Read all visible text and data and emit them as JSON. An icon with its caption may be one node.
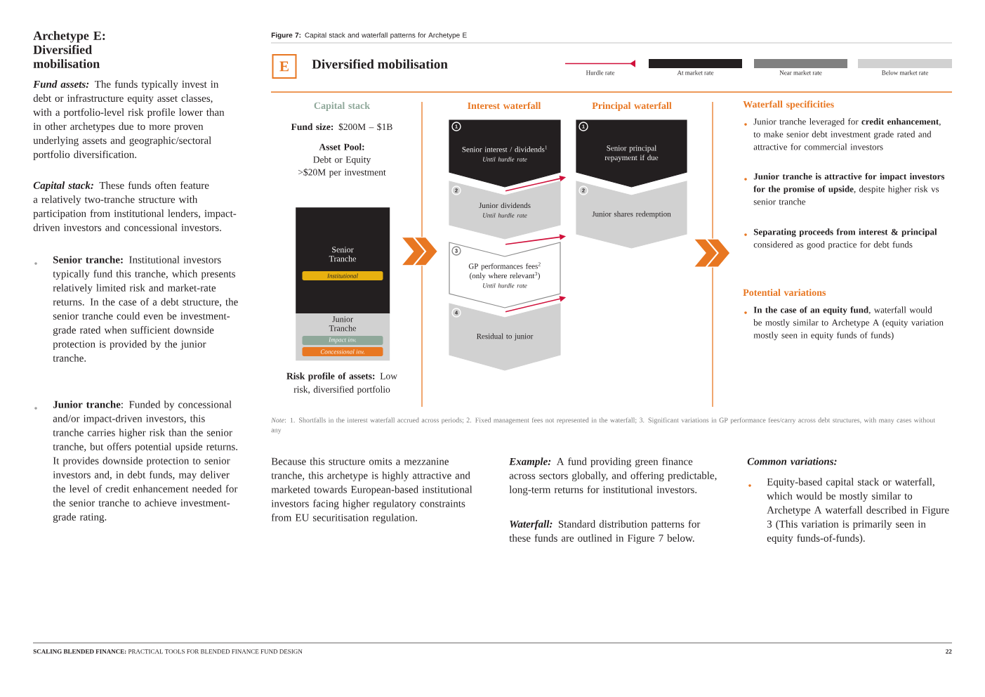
{
  "diagram": {
    "title": "Archetype E: Diversified mobilisation",
    "caption": "**Figure 7:** Capital stack and waterfall patterns for Archetype E",
    "nodes": [
      {
        "text": [
          "E"
        ]
      },
      {
        "text": [
          "Senior Tranche"
        ]
      },
      {
        "text": [
          "Institutional"
        ],
        "in": 1
      },
      {
        "text": [
          "Junior Tranche"
        ]
      },
      {
        "text": [
          "Impact inv."
        ],
        "in": 3
      },
      {
        "text": [
          "Concessional inv."
        ],
        "in": 3
      },
      {
        "text": [
          "1",
          "Senior interest / dividends$^{1}$",
          "Until hurdle rate"
        ]
      },
      {
        "text": [
          "2",
          "Junior dividends",
          "Until hurdle rate"
        ]
      },
      {
        "text": [
          "3",
          "GP performances fees$^{2}$ (only where relevant$^{3}$)",
          "Until hurdle rate"
        ]
      },
      {
        "text": [
          "4",
          "Residual to junior"
        ]
      },
      {
        "text": [
          "1",
          "Senior principal repayment if due"
        ]
      },
      {
        "text": [
          "2",
          "Junior shares redemption"
        ]
      }
    ],
    "edges": [
      {
        "from": 1,
        "to": 8,
        "arrow": "to",
        "style": "thick",
        "color": "#e87722"
      },
      {
        "from": 7,
        "to": 6,
        "arrow": "to",
        "color": "#d0103a"
      },
      {
        "from": 8,
        "to": 7,
        "arrow": "to",
        "color": "#d0103a"
      },
      {
        "from": 9,
        "to": 8,
        "arrow": "to",
        "color": "#d0103a"
      },
      {
        "from": 11,
        "to": null,
        "arrow": "to",
        "style": "thick",
        "color": "#e87722"
      }
    ],
    "labels": [
      "*Fund assets:* The funds typically invest in debt or infrastructure equity asset classes, with a portfolio-level risk profile lower than in other archetypes due to more proven underlying assets and geographic/sectoral portfolio diversification.",
      "*Capital stack:* These funds often feature a relatively two-tranche structure with participation from institutional lenders, impact-driven investors and concessional investors.",
      "**Senior tranche:** Institutional investors typically fund this tranche, which presents relatively limited risk and market-rate returns. In the case of a debt structure, the senior tranche could even be investment-grade rated when sufficient downside protection is provided by the junior tranche.",
      "**Junior tranche**: Funded by concessional and/or impact-driven investors, this tranche carries higher risk than the senior tranche, but offers potential upside returns. It provides downside protection to senior investors and, in debt funds, may deliver the level of credit enhancement needed for the senior tranche to achieve investment-grade rating.",
      "Diversified mobilisation",
      "Capital stack",
      "**Fund size:** $200M – $1B",
      "Asset Pool:",
      "Debt or Equity >$20M per investment",
      "Interest waterfall",
      "Principal waterfall",
      "**Risk profile of assets:** Low risk, diversified portfolio",
      "Waterfall specificities",
      "Junior tranche leveraged for **credit enhancement**, to make senior debt investment grade rated and attractive for commercial investors",
      "**Junior tranche is attractive for impact investors for the promise of upside**, despite higher risk vs senior tranche",
      "**Separating proceeds from interest & principal** considered as good practice for debt funds",
      "Potential variations",
      "**In the case of an equity fund**, waterfall would be mostly similar to Archetype A (equity variation mostly seen in equity funds of funds)",
      "*Note*: 1. Shortfalls in the interest waterfall accrued across periods; 2. Fixed management fees not represented in the waterfall; 3. Significant variations in GP performance fees/carry across debt structures, with many cases without any",
      "Because this structure omits a mezzanine tranche, this archetype is highly attractive and marketed towards European-based institutional investors facing higher regulatory constraints from EU securitisation regulation.",
      "*Example:* A fund providing green finance across sectors globally, and offering predictable, long-term returns for institutional investors.",
      "*Waterfall:* Standard distribution patterns for these funds are outlined in Figure 7 below.",
      "Common variations:",
      "Equity-based capital stack or waterfall, which would be mostly similar to Archetype A waterfall described in Figure 3 (This variation is primarily seen in equity funds-of-funds).",
      "**SCALING BLENDED FINANCE:** PRACTICAL TOOLS FOR BLENDED FINANCE FUND DESIGN",
      "22"
    ],
    "legend": [
      {
        "text": "Hurdle rate"
      },
      {
        "text": "At market rate",
        "color": "#231f20"
      },
      {
        "text": "Near market rate",
        "color": "#808080"
      },
      {
        "text": "Below market rate",
        "color": "#d1d1d1"
      }
    ]
  }
}
